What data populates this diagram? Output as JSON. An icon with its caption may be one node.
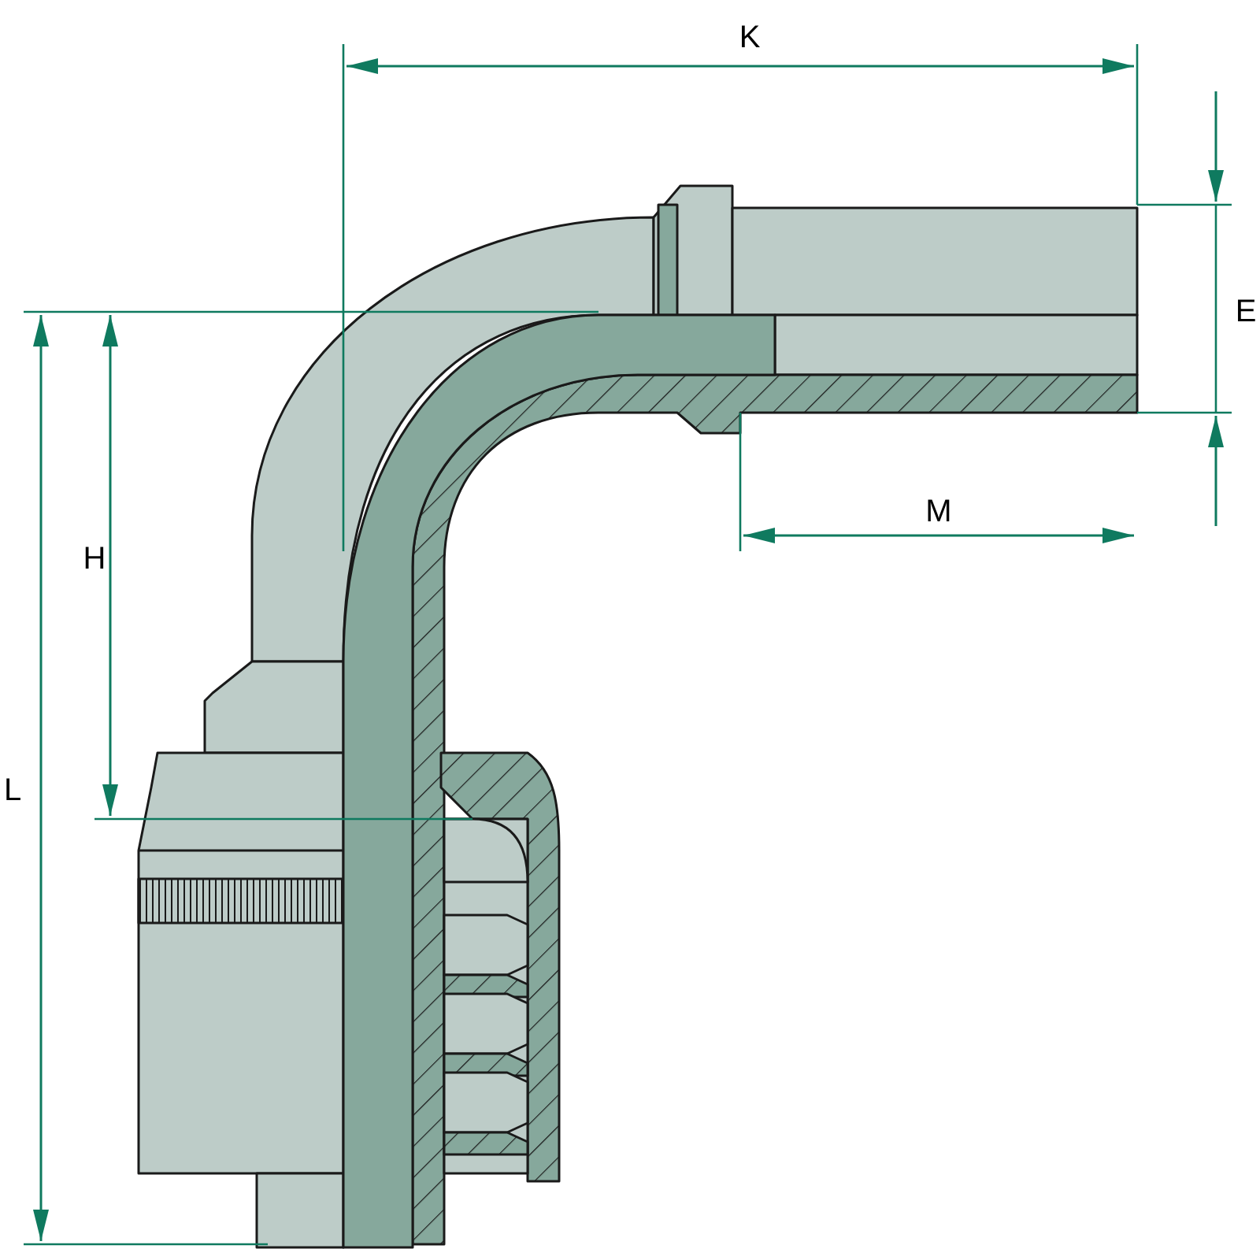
{
  "diagram": {
    "labels": [
      "K",
      "E",
      "M",
      "H",
      "L"
    ]
  }
}
